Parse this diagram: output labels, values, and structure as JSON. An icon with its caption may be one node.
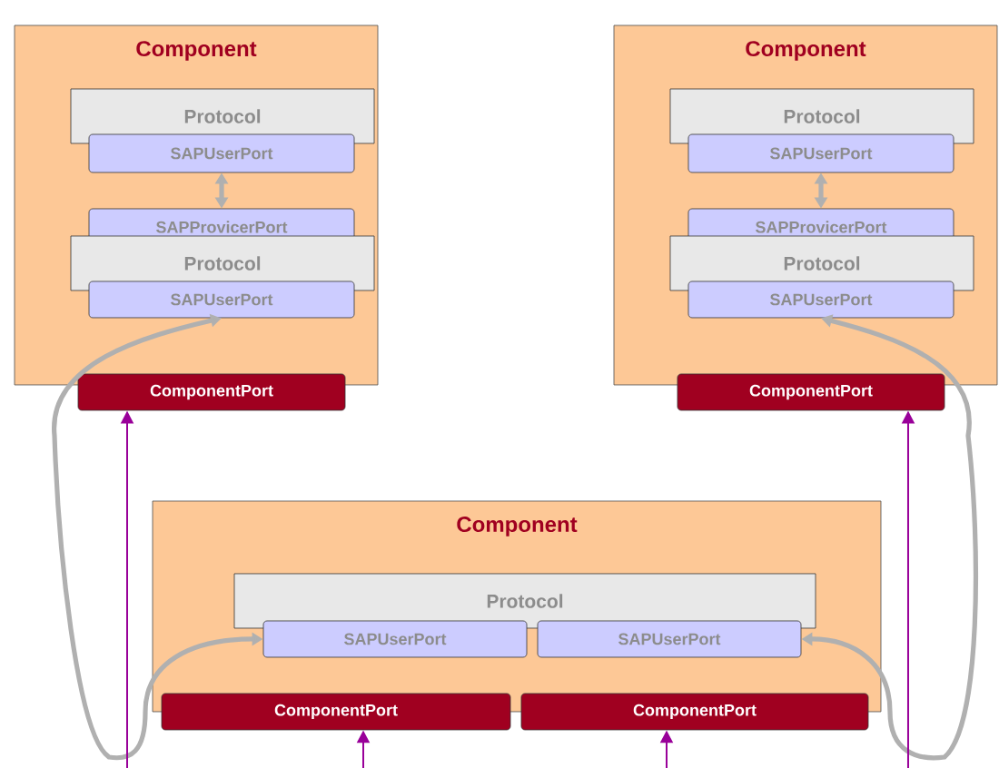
{
  "diagram": {
    "nodes": [
      {
        "text": [
          "Component"
        ]
      },
      {
        "text": [
          "Protocol"
        ],
        "in": 0
      },
      {
        "text": [
          "SAPUserPort"
        ],
        "in": 0
      },
      {
        "text": [
          "SAPProvicerPort"
        ],
        "in": 0
      },
      {
        "text": [
          "Protocol"
        ],
        "in": 0
      },
      {
        "text": [
          "SAPUserPort"
        ],
        "in": 0
      },
      {
        "text": [
          "ComponentPort"
        ]
      },
      {
        "text": [
          "Component"
        ]
      },
      {
        "text": [
          "Protocol"
        ],
        "in": 7
      },
      {
        "text": [
          "SAPUserPort"
        ],
        "in": 7
      },
      {
        "text": [
          "SAPProvicerPort"
        ],
        "in": 7
      },
      {
        "text": [
          "Protocol"
        ],
        "in": 7
      },
      {
        "text": [
          "SAPUserPort"
        ],
        "in": 7
      },
      {
        "text": [
          "ComponentPort"
        ]
      },
      {
        "text": [
          "Component"
        ]
      },
      {
        "text": [
          "Protocol"
        ],
        "in": 14
      },
      {
        "text": [
          "SAPUserPort"
        ],
        "in": 14
      },
      {
        "text": [
          "SAPUserPort"
        ],
        "in": 14
      },
      {
        "text": [
          "ComponentPort"
        ]
      },
      {
        "text": [
          "ComponentPort"
        ]
      }
    ],
    "edges": [
      {
        "from": 2,
        "to": 3,
        "arrow": "both",
        "style": "thick",
        "color": "#b0b0b0"
      },
      {
        "from": 9,
        "to": 10,
        "arrow": "both",
        "style": "thick",
        "color": "#b0b0b0"
      },
      {
        "from": 16,
        "to": 5,
        "arrow": "both",
        "style": "thick",
        "color": "#b0b0b0"
      },
      {
        "from": 17,
        "to": 12,
        "arrow": "both",
        "style": "thick",
        "color": "#b0b0b0"
      },
      {
        "from": null,
        "to": 6,
        "arrow": "to",
        "color": "#990099"
      },
      {
        "from": null,
        "to": 13,
        "arrow": "to",
        "color": "#990099"
      },
      {
        "from": null,
        "to": 18,
        "arrow": "to",
        "color": "#990099"
      },
      {
        "from": null,
        "to": 19,
        "arrow": "to",
        "color": "#990099"
      }
    ]
  }
}
